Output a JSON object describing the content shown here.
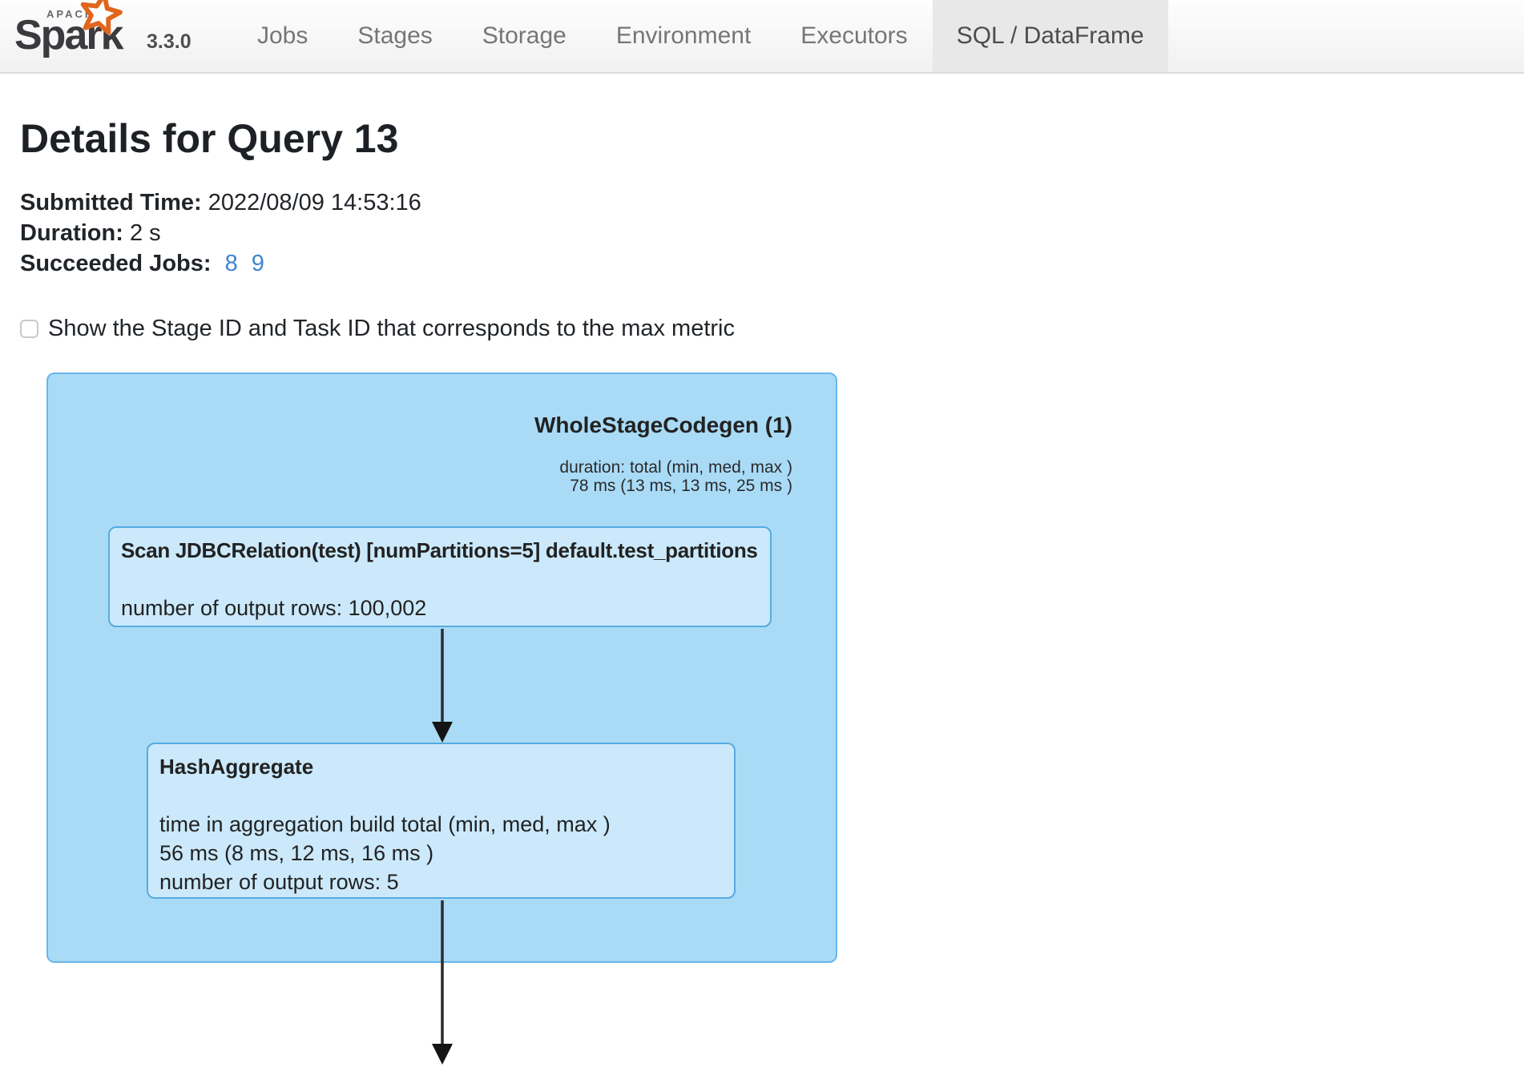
{
  "nav": {
    "apache": "APACHE",
    "brand": "Spark",
    "version": "3.3.0",
    "items": [
      {
        "label": "Jobs"
      },
      {
        "label": "Stages"
      },
      {
        "label": "Storage"
      },
      {
        "label": "Environment"
      },
      {
        "label": "Executors"
      }
    ],
    "active_tab": "SQL / DataFrame"
  },
  "page": {
    "title": "Details for Query 13",
    "meta": {
      "submitted_label": "Submitted Time:",
      "submitted_value": "2022/08/09 14:53:16",
      "duration_label": "Duration:",
      "duration_value": "2 s",
      "jobs_label": "Succeeded Jobs:",
      "job_links": [
        "8",
        "9"
      ]
    },
    "checkbox_label": "Show the Stage ID and Task ID that corresponds to the max metric",
    "checkbox_checked": false
  },
  "plan": {
    "cluster": {
      "title": "WholeStageCodegen (1)",
      "metric_lines": [
        "duration: total (min, med, max )",
        "78 ms (13 ms, 13 ms, 25 ms )"
      ]
    },
    "nodes": [
      {
        "title": "Scan JDBCRelation(test) [numPartitions=5] default.test_partitions",
        "metric_lines": [
          "number of output rows: 100,002"
        ]
      },
      {
        "title": "HashAggregate",
        "metric_lines": [
          "time in aggregation build total (min, med, max )",
          "56 ms (8 ms, 12 ms, 16 ms )",
          "number of output rows: 5"
        ]
      }
    ]
  },
  "colors": {
    "cluster_fill": "#a9dbf7",
    "cluster_stroke": "#69b5ec",
    "node_fill": "#cbe9fb",
    "node_stroke": "#55abe1",
    "link_blue": "#3e86d0",
    "logo_star_orange": "#e2651e",
    "arrow": "#2b2b2b"
  }
}
